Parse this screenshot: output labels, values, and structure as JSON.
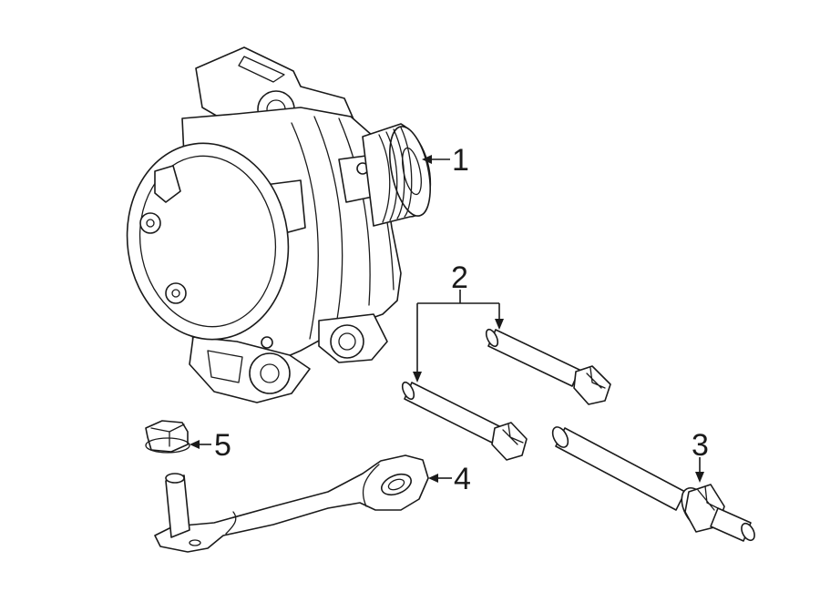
{
  "callouts": [
    {
      "id": "alternator",
      "label": "1"
    },
    {
      "id": "bolts",
      "label": "2"
    },
    {
      "id": "stud",
      "label": "3"
    },
    {
      "id": "bracket",
      "label": "4"
    },
    {
      "id": "nut",
      "label": "5"
    }
  ],
  "colors": {
    "line": "#1a1a1a",
    "fill": "#ffffff"
  }
}
